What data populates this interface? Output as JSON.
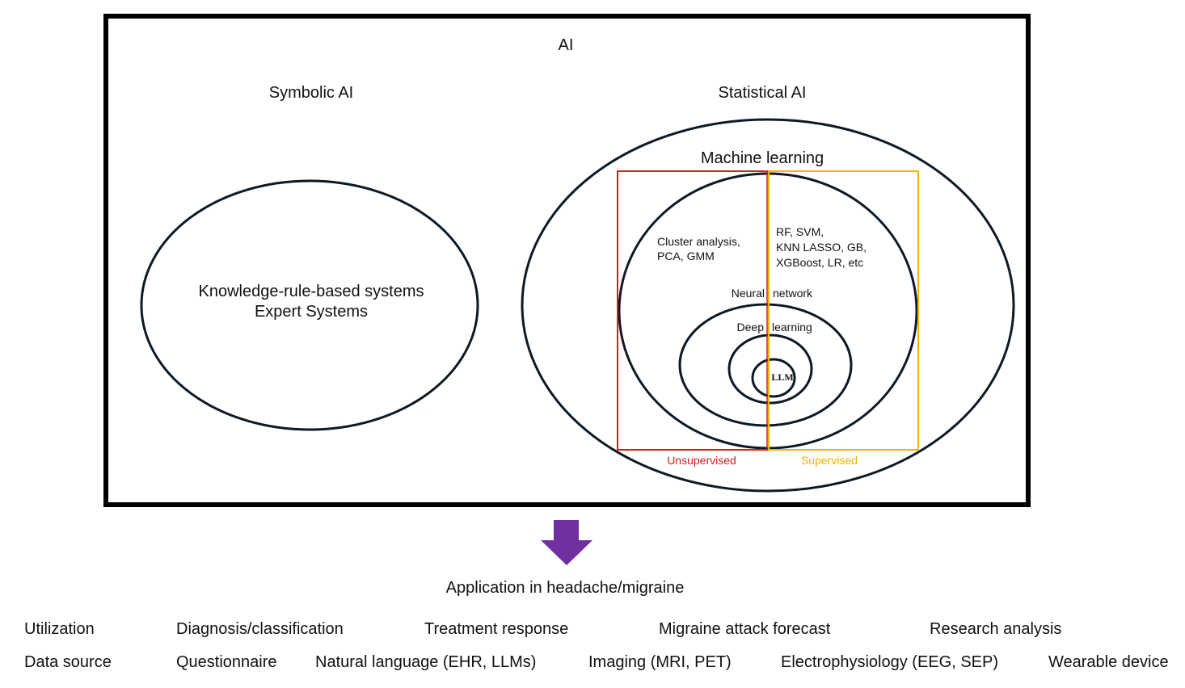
{
  "labels": {
    "ai": "AI",
    "symbolic_ai": "Symbolic AI",
    "statistical_ai": "Statistical AI",
    "knowledge_line1": "Knowledge-rule-based systems",
    "knowledge_line2": "Expert Systems",
    "machine_learning": "Machine learning",
    "unsupervised_examples_line1": "Cluster analysis,",
    "unsupervised_examples_line2": "PCA, GMM",
    "supervised_examples_line1": "RF, SVM,",
    "supervised_examples_line2": "KNN LASSO, GB,",
    "supervised_examples_line3": "XGBoost, LR, etc",
    "neural_network_left": "Neural",
    "neural_network_right": "network",
    "deep_learning_left": "Deep",
    "deep_learning_right": "learning",
    "llm": "LLM",
    "unsupervised": "Unsupervised",
    "supervised": "Supervised",
    "application": "Application in headache/migraine"
  },
  "utilization": {
    "label": "Utilization",
    "items": [
      "Diagnosis/classification",
      "Treatment response",
      "Migraine attack forecast",
      "Research analysis"
    ]
  },
  "data_source": {
    "label": "Data source",
    "items": [
      "Questionnaire",
      "Natural language (EHR, LLMs)",
      "Imaging (MRI, PET)",
      "Electrophysiology (EEG, SEP)",
      "Wearable device"
    ]
  },
  "colors": {
    "frame": "#000000",
    "ellipse": "#0b1a26",
    "unsupervised": "#d01f1f",
    "supervised": "#f2b400",
    "arrow": "#7030a0"
  }
}
